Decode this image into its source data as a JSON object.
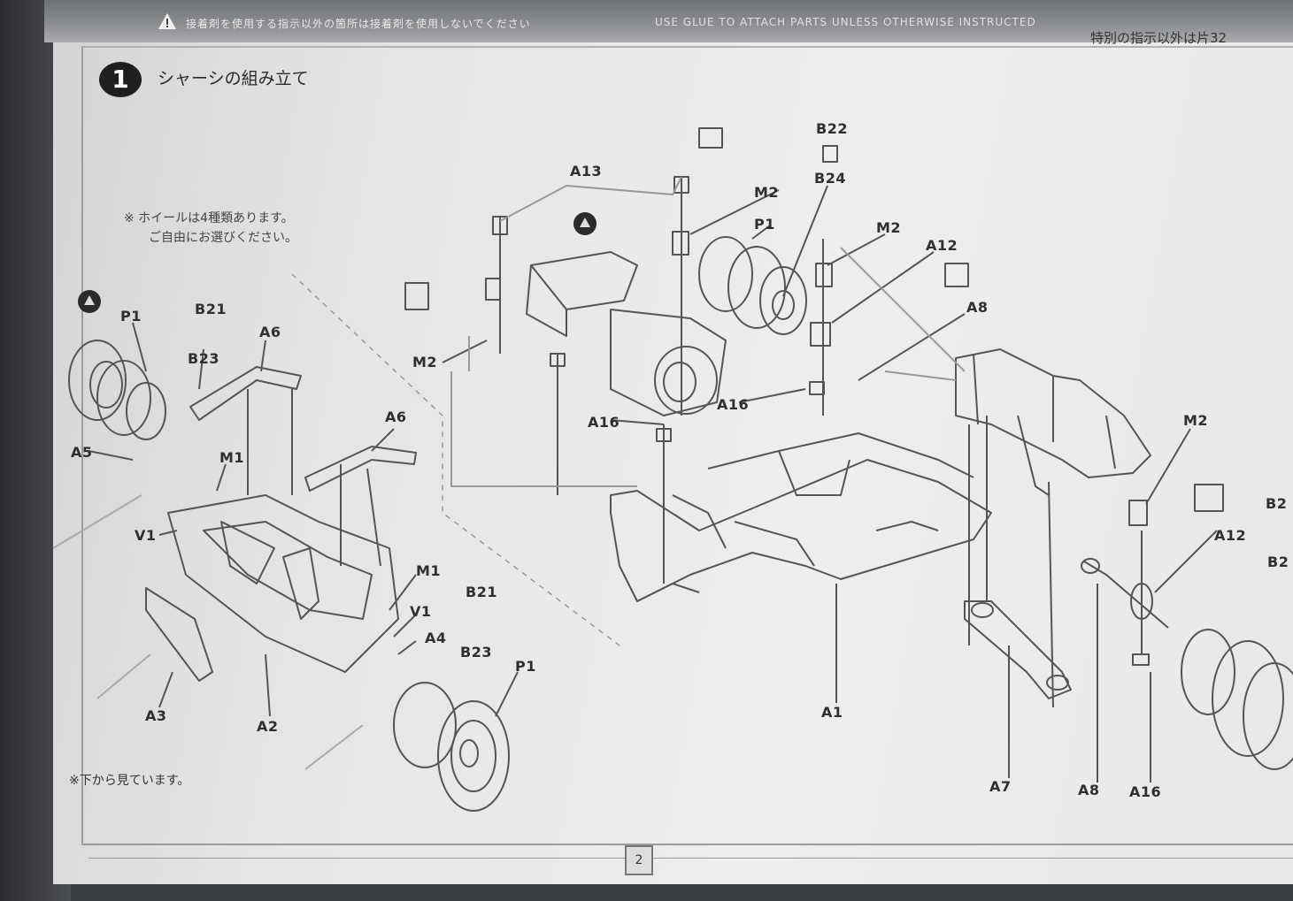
{
  "header": {
    "warning_jp": "接着剤を使用する指示以外の箇所は接着剤を使用しないでください",
    "warning_en": "USE GLUE TO ATTACH PARTS UNLESS OTHERWISE INSTRUCTED",
    "note_right": "特別の指示以外は片32"
  },
  "step": {
    "number": "1",
    "title": "シャーシの組み立て"
  },
  "notes": {
    "top_line1": "※ ホイールは4種類あります。",
    "top_line2": "ご自由にお選びください。",
    "bottom": "※下から見ています。"
  },
  "page": {
    "number": "2"
  },
  "labels": {
    "p1_left": "P1",
    "b21_left": "B21",
    "b23_left": "B23",
    "a6_left_top": "A6",
    "a5": "A5",
    "m1_left": "M1",
    "a6_mid": "A6",
    "v1_left": "V1",
    "m1_right": "M1",
    "v1_right": "V1",
    "b21_right": "B21",
    "a4": "A4",
    "b23_right": "B23",
    "p1_right": "P1",
    "a3": "A3",
    "a2": "A2",
    "a13": "A13",
    "m2_left": "M2",
    "b22": "B22",
    "b24": "B24",
    "m2_top": "M2",
    "p1_top": "P1",
    "m2_right": "M2",
    "a12_top": "A12",
    "a8_top": "A8",
    "a16_mid": "A16",
    "a16_left": "A16",
    "m2_far_right": "M2",
    "b2x": "B2",
    "a12_right": "A12",
    "b2y": "B2",
    "a1": "A1",
    "a7": "A7",
    "a8_bottom": "A8",
    "a16_bottom": "A16"
  }
}
